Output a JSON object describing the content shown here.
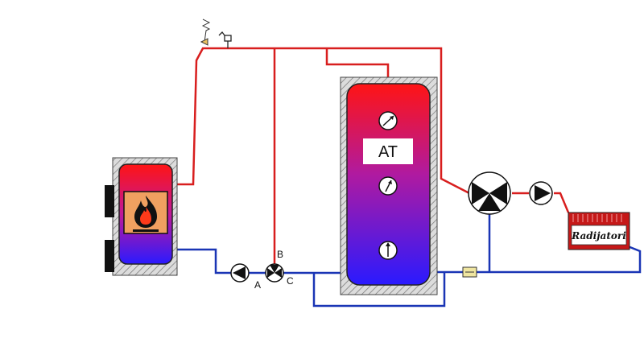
{
  "diagram": {
    "accumulator_label": "AT",
    "radiator_label": "Radijatori",
    "valve_ports": {
      "a": "A",
      "b": "B",
      "c": "C"
    },
    "colors": {
      "hot_pipe": "#d81e1e",
      "cold_pipe": "#1a35b5",
      "tank_top": "#ff1a1a",
      "tank_bottom": "#2a1aff",
      "firebox": "#f0a060",
      "insulation": "#c8c8c8"
    },
    "icons": [
      "flame-icon",
      "thermometer-icon",
      "pump-icon",
      "three-way-valve-icon",
      "safety-valve-icon",
      "air-vent-icon",
      "filter-icon"
    ]
  }
}
